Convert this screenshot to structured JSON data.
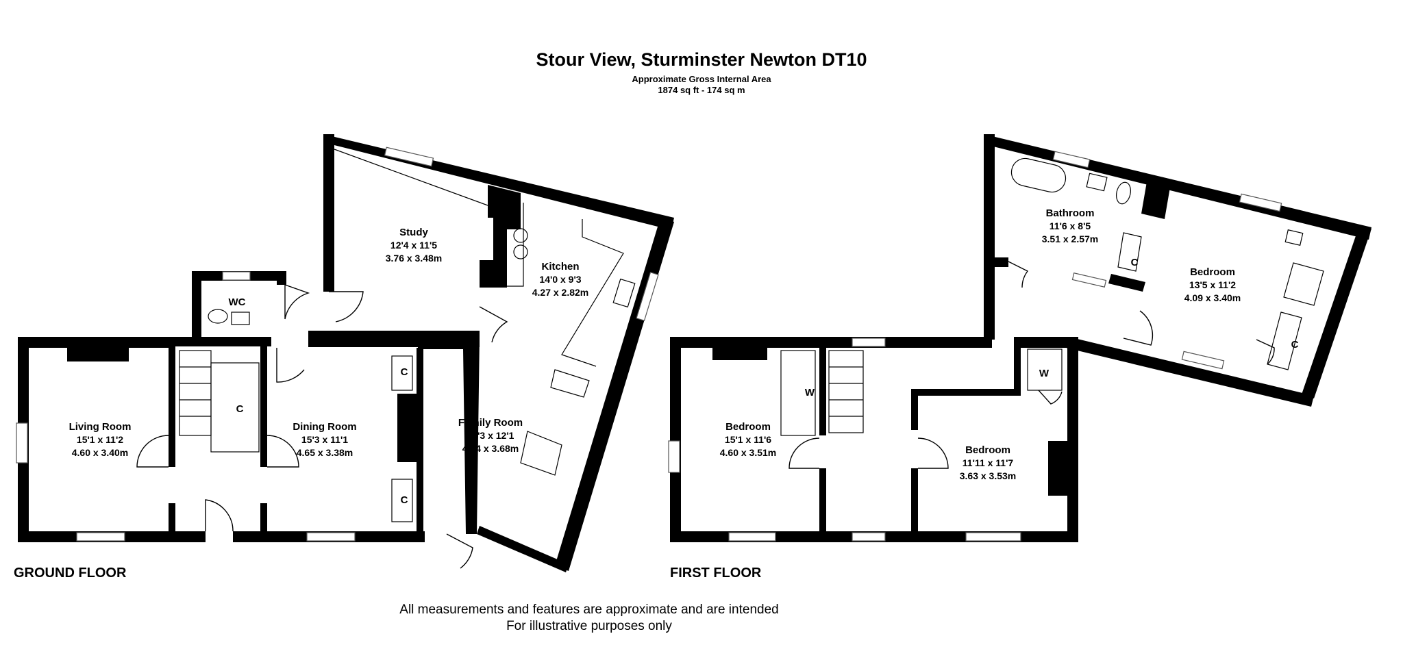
{
  "header": {
    "title": "Stour View, Sturminster Newton DT10",
    "subtitle": "Approximate Gross Internal Area",
    "area": "1874 sq ft - 174 sq m"
  },
  "floors": {
    "ground": "GROUND FLOOR",
    "first": "FIRST FLOOR"
  },
  "rooms": {
    "study": {
      "name": "Study",
      "imperial": "12'4 x 11'5",
      "metric": "3.76 x 3.48m"
    },
    "kitchen": {
      "name": "Kitchen",
      "imperial": "14'0 x 9'3",
      "metric": "4.27 x 2.82m"
    },
    "wc": {
      "name": "WC"
    },
    "living": {
      "name": "Living Room",
      "imperial": "15'1 x 11'2",
      "metric": "4.60 x 3.40m"
    },
    "dining": {
      "name": "Dining Room",
      "imperial": "15'3 x 11'1",
      "metric": "4.65 x 3.38m"
    },
    "family": {
      "name": "Family Room",
      "imperial": "14'3 x 12'1",
      "metric": "4.34 x 3.68m"
    },
    "bathroom": {
      "name": "Bathroom",
      "imperial": "11'6 x 8'5",
      "metric": "3.51 x 2.57m"
    },
    "bedroom1": {
      "name": "Bedroom",
      "imperial": "13'5 x 11'2",
      "metric": "4.09 x 3.40m"
    },
    "bedroom2": {
      "name": "Bedroom",
      "imperial": "15'1 x 11'6",
      "metric": "4.60 x 3.51m"
    },
    "bedroom3": {
      "name": "Bedroom",
      "imperial": "11'11 x 11'7",
      "metric": "3.63 x 3.53m"
    }
  },
  "labels": {
    "cupboard": "C",
    "wardrobe": "W"
  },
  "disclaimer": {
    "line1": "All measurements and features are approximate and are intended",
    "line2": "For illustrative purposes only"
  }
}
